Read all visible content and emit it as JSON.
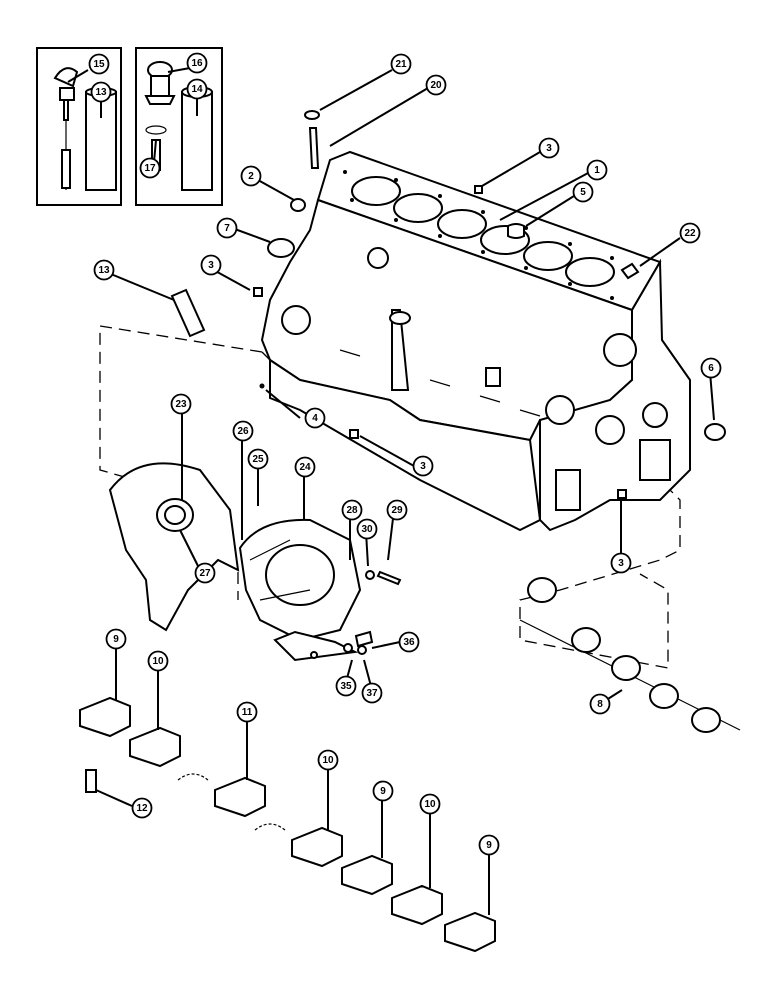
{
  "callouts": [
    {
      "id": "c15",
      "label": "15"
    },
    {
      "id": "c13a",
      "label": "13"
    },
    {
      "id": "c16",
      "label": "16"
    },
    {
      "id": "c14",
      "label": "14"
    },
    {
      "id": "c17",
      "label": "17"
    },
    {
      "id": "c21",
      "label": "21"
    },
    {
      "id": "c20",
      "label": "20"
    },
    {
      "id": "c3a",
      "label": "3"
    },
    {
      "id": "c1",
      "label": "1"
    },
    {
      "id": "c2",
      "label": "2"
    },
    {
      "id": "c5",
      "label": "5"
    },
    {
      "id": "c7",
      "label": "7"
    },
    {
      "id": "c22",
      "label": "22"
    },
    {
      "id": "c3b",
      "label": "3"
    },
    {
      "id": "c13b",
      "label": "13"
    },
    {
      "id": "c4",
      "label": "4"
    },
    {
      "id": "c6",
      "label": "6"
    },
    {
      "id": "c23",
      "label": "23"
    },
    {
      "id": "c26",
      "label": "26"
    },
    {
      "id": "c25",
      "label": "25"
    },
    {
      "id": "c24",
      "label": "24"
    },
    {
      "id": "c3c",
      "label": "3"
    },
    {
      "id": "c28",
      "label": "28"
    },
    {
      "id": "c29",
      "label": "29"
    },
    {
      "id": "c30",
      "label": "30"
    },
    {
      "id": "c27",
      "label": "27"
    },
    {
      "id": "c3d",
      "label": "3"
    },
    {
      "id": "c36",
      "label": "36"
    },
    {
      "id": "c35",
      "label": "35"
    },
    {
      "id": "c37",
      "label": "37"
    },
    {
      "id": "c8",
      "label": "8"
    },
    {
      "id": "c9a",
      "label": "9"
    },
    {
      "id": "c10a",
      "label": "10"
    },
    {
      "id": "c11",
      "label": "11"
    },
    {
      "id": "c12",
      "label": "12"
    },
    {
      "id": "c10b",
      "label": "10"
    },
    {
      "id": "c9b",
      "label": "9"
    },
    {
      "id": "c10c",
      "label": "10"
    },
    {
      "id": "c9c",
      "label": "9"
    }
  ]
}
